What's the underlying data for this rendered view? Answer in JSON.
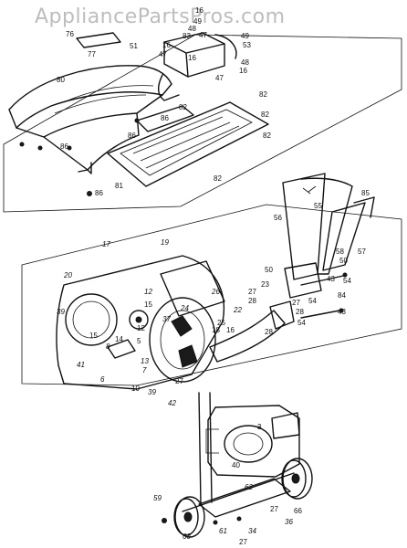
{
  "watermark": "AppliancePartsPros.com",
  "part_labels": [
    {
      "id": "p16a",
      "text": "16"
    },
    {
      "id": "p49a",
      "text": "49"
    },
    {
      "id": "p48a",
      "text": "48"
    },
    {
      "id": "p76",
      "text": "76"
    },
    {
      "id": "p47a",
      "text": "47"
    },
    {
      "id": "p83",
      "text": "83"
    },
    {
      "id": "p49b",
      "text": "49"
    },
    {
      "id": "p53",
      "text": "53"
    },
    {
      "id": "p51",
      "text": "51"
    },
    {
      "id": "p16b",
      "text": "16"
    },
    {
      "id": "p77",
      "text": "77"
    },
    {
      "id": "p47b",
      "text": "47"
    },
    {
      "id": "p16c",
      "text": "16"
    },
    {
      "id": "p48b",
      "text": "48"
    },
    {
      "id": "p16d",
      "text": "16"
    },
    {
      "id": "p80",
      "text": "80"
    },
    {
      "id": "p47c",
      "text": "47"
    },
    {
      "id": "p82a",
      "text": "82"
    },
    {
      "id": "p82b",
      "text": "82"
    },
    {
      "id": "p86a",
      "text": "86"
    },
    {
      "id": "p82c",
      "text": "82"
    },
    {
      "id": "p86b",
      "text": "86"
    },
    {
      "id": "p82d",
      "text": "82"
    },
    {
      "id": "p86c",
      "text": "86"
    },
    {
      "id": "p82e",
      "text": "82"
    },
    {
      "id": "p81",
      "text": "81"
    },
    {
      "id": "p86d",
      "text": "86"
    },
    {
      "id": "p85",
      "text": "85"
    },
    {
      "id": "p56",
      "text": "56"
    },
    {
      "id": "p55",
      "text": "55"
    },
    {
      "id": "p57",
      "text": "57"
    },
    {
      "id": "p17",
      "text": "17"
    },
    {
      "id": "p19",
      "text": "19"
    },
    {
      "id": "p20",
      "text": "20"
    },
    {
      "id": "p58",
      "text": "58"
    },
    {
      "id": "p50a",
      "text": "50"
    },
    {
      "id": "p50b",
      "text": "50"
    },
    {
      "id": "p43a",
      "text": "43"
    },
    {
      "id": "p54a",
      "text": "54"
    },
    {
      "id": "p12",
      "text": "12"
    },
    {
      "id": "p26",
      "text": "26"
    },
    {
      "id": "p23",
      "text": "23"
    },
    {
      "id": "p27a",
      "text": "27"
    },
    {
      "id": "p28a",
      "text": "28"
    },
    {
      "id": "p84",
      "text": "84"
    },
    {
      "id": "p39a",
      "text": "39"
    },
    {
      "id": "p15a",
      "text": "15"
    },
    {
      "id": "p24",
      "text": "24"
    },
    {
      "id": "p22",
      "text": "22"
    },
    {
      "id": "p54b",
      "text": "54"
    },
    {
      "id": "p27b",
      "text": "27"
    },
    {
      "id": "p28b",
      "text": "28"
    },
    {
      "id": "p43b",
      "text": "43"
    },
    {
      "id": "p15b",
      "text": "15"
    },
    {
      "id": "p37",
      "text": "37"
    },
    {
      "id": "p25",
      "text": "25"
    },
    {
      "id": "p54c",
      "text": "54"
    },
    {
      "id": "p18",
      "text": "18"
    },
    {
      "id": "p16e",
      "text": "16"
    },
    {
      "id": "p28c",
      "text": "28"
    },
    {
      "id": "p8",
      "text": "8"
    },
    {
      "id": "p41",
      "text": "41"
    },
    {
      "id": "p14",
      "text": "14"
    },
    {
      "id": "p12b",
      "text": "12"
    },
    {
      "id": "p5",
      "text": "5"
    },
    {
      "id": "p13",
      "text": "13"
    },
    {
      "id": "p7",
      "text": "7"
    },
    {
      "id": "p27c",
      "text": "27"
    },
    {
      "id": "p6",
      "text": "6"
    },
    {
      "id": "p10",
      "text": "10"
    },
    {
      "id": "p39b",
      "text": "39"
    },
    {
      "id": "p42",
      "text": "42"
    },
    {
      "id": "p3",
      "text": "3"
    },
    {
      "id": "p40",
      "text": "40"
    },
    {
      "id": "p62",
      "text": "62"
    },
    {
      "id": "p59",
      "text": "59"
    },
    {
      "id": "p27d",
      "text": "27"
    },
    {
      "id": "p66",
      "text": "66"
    },
    {
      "id": "p61",
      "text": "61"
    },
    {
      "id": "p36",
      "text": "36"
    },
    {
      "id": "p63",
      "text": "63"
    },
    {
      "id": "p34",
      "text": "34"
    },
    {
      "id": "p27e",
      "text": "27"
    }
  ]
}
